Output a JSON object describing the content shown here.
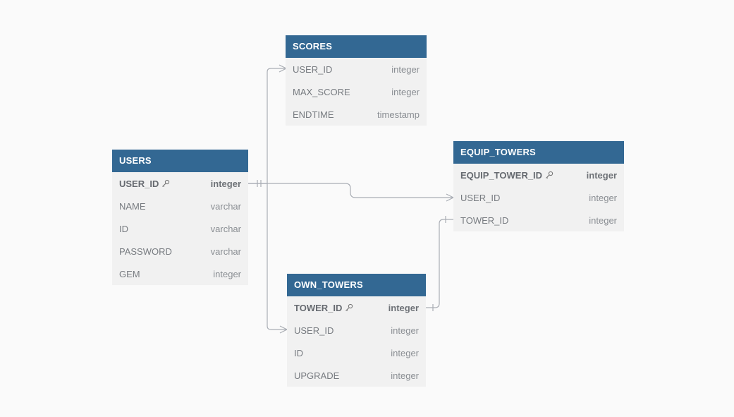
{
  "colors": {
    "background": "#fafafa",
    "header": "#336893",
    "header_text": "#ffffff",
    "table_body": "#f1f1f1",
    "connector": "#a9adb4"
  },
  "tables": {
    "scores": {
      "name": "SCORES",
      "columns": [
        {
          "name": "USER_ID",
          "type": "integer",
          "pk": false
        },
        {
          "name": "MAX_SCORE",
          "type": "integer",
          "pk": false
        },
        {
          "name": "ENDTIME",
          "type": "timestamp",
          "pk": false
        }
      ]
    },
    "users": {
      "name": "USERS",
      "columns": [
        {
          "name": "USER_ID",
          "type": "integer",
          "pk": true
        },
        {
          "name": "NAME",
          "type": "varchar",
          "pk": false
        },
        {
          "name": "ID",
          "type": "varchar",
          "pk": false
        },
        {
          "name": "PASSWORD",
          "type": "varchar",
          "pk": false
        },
        {
          "name": "GEM",
          "type": "integer",
          "pk": false
        }
      ]
    },
    "equip_towers": {
      "name": "EQUIP_TOWERS",
      "columns": [
        {
          "name": "EQUIP_TOWER_ID",
          "type": "integer",
          "pk": true
        },
        {
          "name": "USER_ID",
          "type": "integer",
          "pk": false
        },
        {
          "name": "TOWER_ID",
          "type": "integer",
          "pk": false
        }
      ]
    },
    "own_towers": {
      "name": "OWN_TOWERS",
      "columns": [
        {
          "name": "TOWER_ID",
          "type": "integer",
          "pk": true
        },
        {
          "name": "USER_ID",
          "type": "integer",
          "pk": false
        },
        {
          "name": "ID",
          "type": "integer",
          "pk": false
        },
        {
          "name": "UPGRADE",
          "type": "integer",
          "pk": false
        }
      ]
    }
  },
  "relationships": [
    {
      "from": "USERS.USER_ID",
      "to": "SCORES.USER_ID",
      "cardinality": "one-to-many"
    },
    {
      "from": "USERS.USER_ID",
      "to": "EQUIP_TOWERS.USER_ID",
      "cardinality": "one-to-many"
    },
    {
      "from": "USERS.USER_ID",
      "to": "OWN_TOWERS.USER_ID",
      "cardinality": "one-to-many"
    },
    {
      "from": "OWN_TOWERS.TOWER_ID",
      "to": "EQUIP_TOWERS.TOWER_ID",
      "cardinality": "one-to-one"
    }
  ]
}
